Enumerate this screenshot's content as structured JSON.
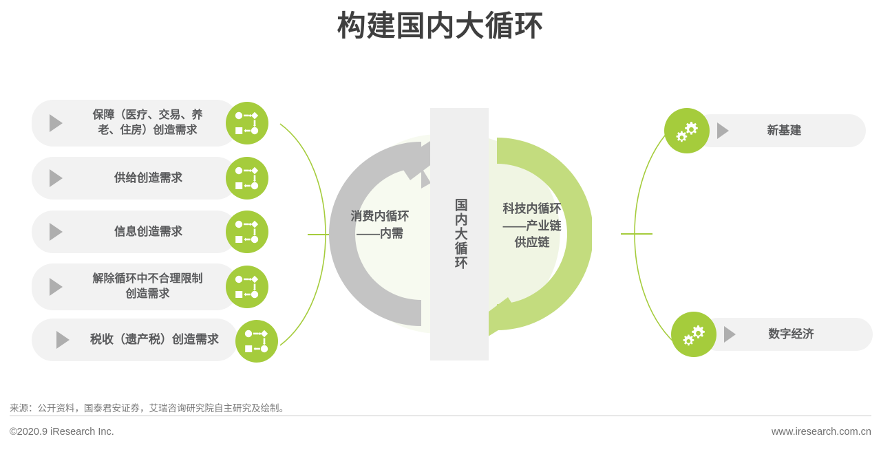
{
  "title": "构建国内大循环",
  "colors": {
    "green": "#a5cc3c",
    "green_light": "#c3dc7e",
    "green_pale": "#f0f5e3",
    "gray_arrow": "#c4c4c4",
    "pill_bg": "#f2f2f2",
    "center_bg": "#efefef",
    "text": "#58595b",
    "triangle": "#aeaeae"
  },
  "left_column": {
    "items": [
      {
        "label": "保障（医疗、交易、养\n老、住房）创造需求",
        "icon": "flow-cycle-icon",
        "marker": "play-triangle-icon"
      },
      {
        "label": "供给创造需求",
        "icon": "flow-cycle-icon",
        "marker": "play-triangle-icon"
      },
      {
        "label": "信息创造需求",
        "icon": "flow-cycle-icon",
        "marker": "play-triangle-icon"
      },
      {
        "label": "解除循环中不合理限制\n创造需求",
        "icon": "flow-cycle-icon",
        "marker": "play-triangle-icon"
      },
      {
        "label": "税收（遗产税）创造需求",
        "icon": "flow-cycle-icon",
        "marker": "play-triangle-icon"
      }
    ]
  },
  "center": {
    "column_label": "国内大循环",
    "left_cycle_label": "消费内循环\n——内需",
    "right_cycle_label": "科技内循环\n——产业链\n供应链",
    "left_arrow": "gray-cycle-arrow-icon",
    "right_arrow": "green-cycle-arrow-icon"
  },
  "right_column": {
    "items": [
      {
        "label": "新基建",
        "icon": "gears-icon",
        "marker": "play-triangle-icon"
      },
      {
        "label": "数字经济",
        "icon": "gears-icon",
        "marker": "play-triangle-icon"
      }
    ]
  },
  "footer": {
    "source": "来源：公开资料，国泰君安证券，艾瑞咨询研究院自主研究及绘制。",
    "copyright": "©2020.9 iResearch Inc.",
    "url": "www.iresearch.com.cn"
  }
}
